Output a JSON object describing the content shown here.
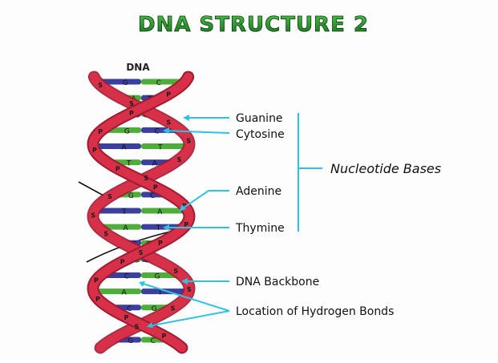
{
  "title": "DNA STRUCTURE 2",
  "helix_label": "DNA",
  "labels": {
    "guanine": "Guanine",
    "cytosine": "Cytosine",
    "adenine": "Adenine",
    "thymine": "Thymine",
    "nucleotide_bases": "Nucleotide Bases",
    "dna_backbone": "DNA Backbone",
    "hydrogen_bonds": "Location of Hydrogen Bonds"
  },
  "rungs": [
    {
      "a": "G",
      "b": "C"
    },
    {
      "a": "A",
      "b": "T"
    },
    {
      "a": "C",
      "b": "G"
    },
    {
      "a": "G",
      "b": "C"
    },
    {
      "a": "A",
      "b": "T"
    },
    {
      "a": "T",
      "b": "A"
    },
    {
      "a": "A",
      "b": "T"
    },
    {
      "a": "G",
      "b": "C"
    },
    {
      "a": "T",
      "b": "A"
    },
    {
      "a": "A",
      "b": "T"
    },
    {
      "a": "C",
      "b": "G"
    },
    {
      "a": "G",
      "b": "C"
    },
    {
      "a": "C",
      "b": "G"
    },
    {
      "a": "A",
      "b": "T"
    },
    {
      "a": "C",
      "b": "G"
    },
    {
      "a": "T",
      "b": "A"
    },
    {
      "a": "G",
      "b": "C"
    }
  ],
  "strand_letters": [
    "S",
    "P",
    "S",
    "P",
    "S",
    "P",
    "S",
    "P",
    "S",
    "P",
    "S",
    "P",
    "S",
    "P",
    "S",
    "P"
  ],
  "colors": {
    "title": "#1f8a2a",
    "strand": "#d9304a",
    "strand_dark": "#a01a30",
    "purine": "#3a3fa0",
    "pyrimidine": "#4fae3a",
    "pointer": "#2ec3e0",
    "bracket": "#2ec3e0"
  }
}
